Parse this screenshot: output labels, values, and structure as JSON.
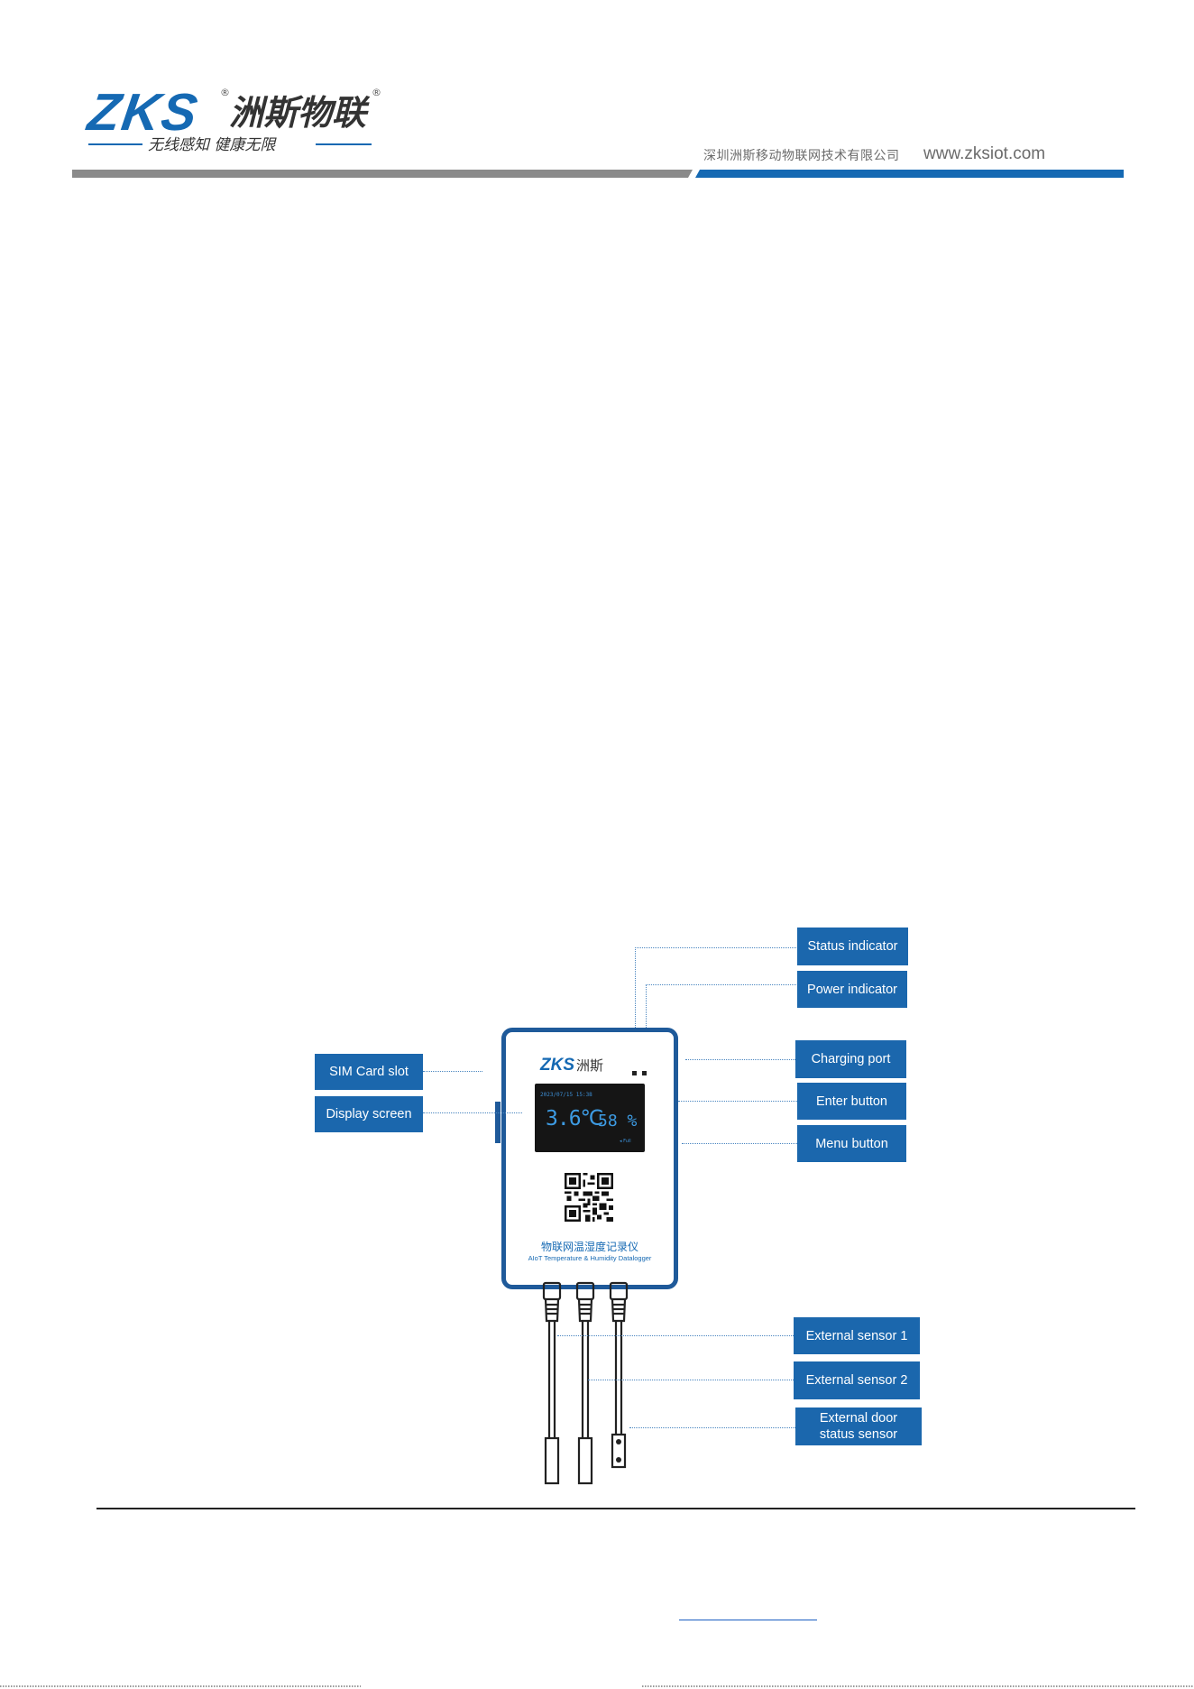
{
  "header": {
    "brand": "ZKS",
    "brand_cn": "洲斯物联",
    "registered": "®",
    "slogan": "无线感知 健康无限",
    "company": "深圳洲斯移动物联网技术有限公司",
    "website": "www.zksiot.com",
    "colors": {
      "brand_blue": "#1569b3",
      "bar_gray": "#8a8a8a"
    }
  },
  "device": {
    "logo": "ZKS",
    "logo_cn": "洲斯",
    "screen": {
      "date": "2023/07/15   15:38",
      "temperature": "3.6℃",
      "humidity": "58 %",
      "signal": "◂ Full"
    },
    "name_cn": "物联网温湿度记录仪",
    "name_en": "AIoT Temperature & Humidity Datalogger"
  },
  "callouts": {
    "status_indicator": "Status indicator",
    "power_indicator": "Power indicator",
    "sim_card_slot": "SIM Card slot",
    "display_screen": "Display screen",
    "charging_port": "Charging port",
    "enter_button": "Enter button",
    "menu_button": "Menu button",
    "external_sensor_1": "External sensor 1",
    "external_sensor_2": "External sensor 2",
    "external_door_line1": "External door",
    "external_door_line2": "status sensor"
  }
}
